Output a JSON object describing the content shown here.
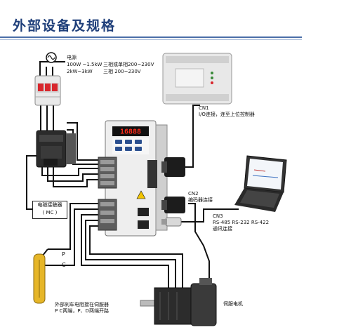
{
  "title": "外部设备及规格",
  "power": {
    "title": "电源",
    "line1_left": "100W ~1.5kW",
    "line1_right": "三相或单相200~230V",
    "line2_left": "2kW~3kW",
    "line2_right": "三相 200~230V"
  },
  "cn1": {
    "id": "CN1",
    "desc": "I/O连接，连至上位控制器"
  },
  "cn2": {
    "id": "CN2",
    "desc": "编码器连接"
  },
  "cn3": {
    "id": "CN3",
    "line1": "RS-485 RS-232 RS-422",
    "line2": "通讯连接"
  },
  "mc": {
    "line1": "电磁接触器",
    "line2": "( MC )"
  },
  "brake": {
    "p": "P",
    "c": "C",
    "line1": "外部刹车电阻接在伺服器",
    "line2": "P C两端，P、D两端开路"
  },
  "motor": {
    "label": "伺服电机"
  },
  "display": {
    "digits": "16888"
  },
  "colors": {
    "title": "#1f3f7a",
    "rule": "#4a6ea8",
    "led": "#ff2a1a",
    "wire": "#111111",
    "breaker_red": "#d8262c",
    "resistor": "#e6b628"
  }
}
